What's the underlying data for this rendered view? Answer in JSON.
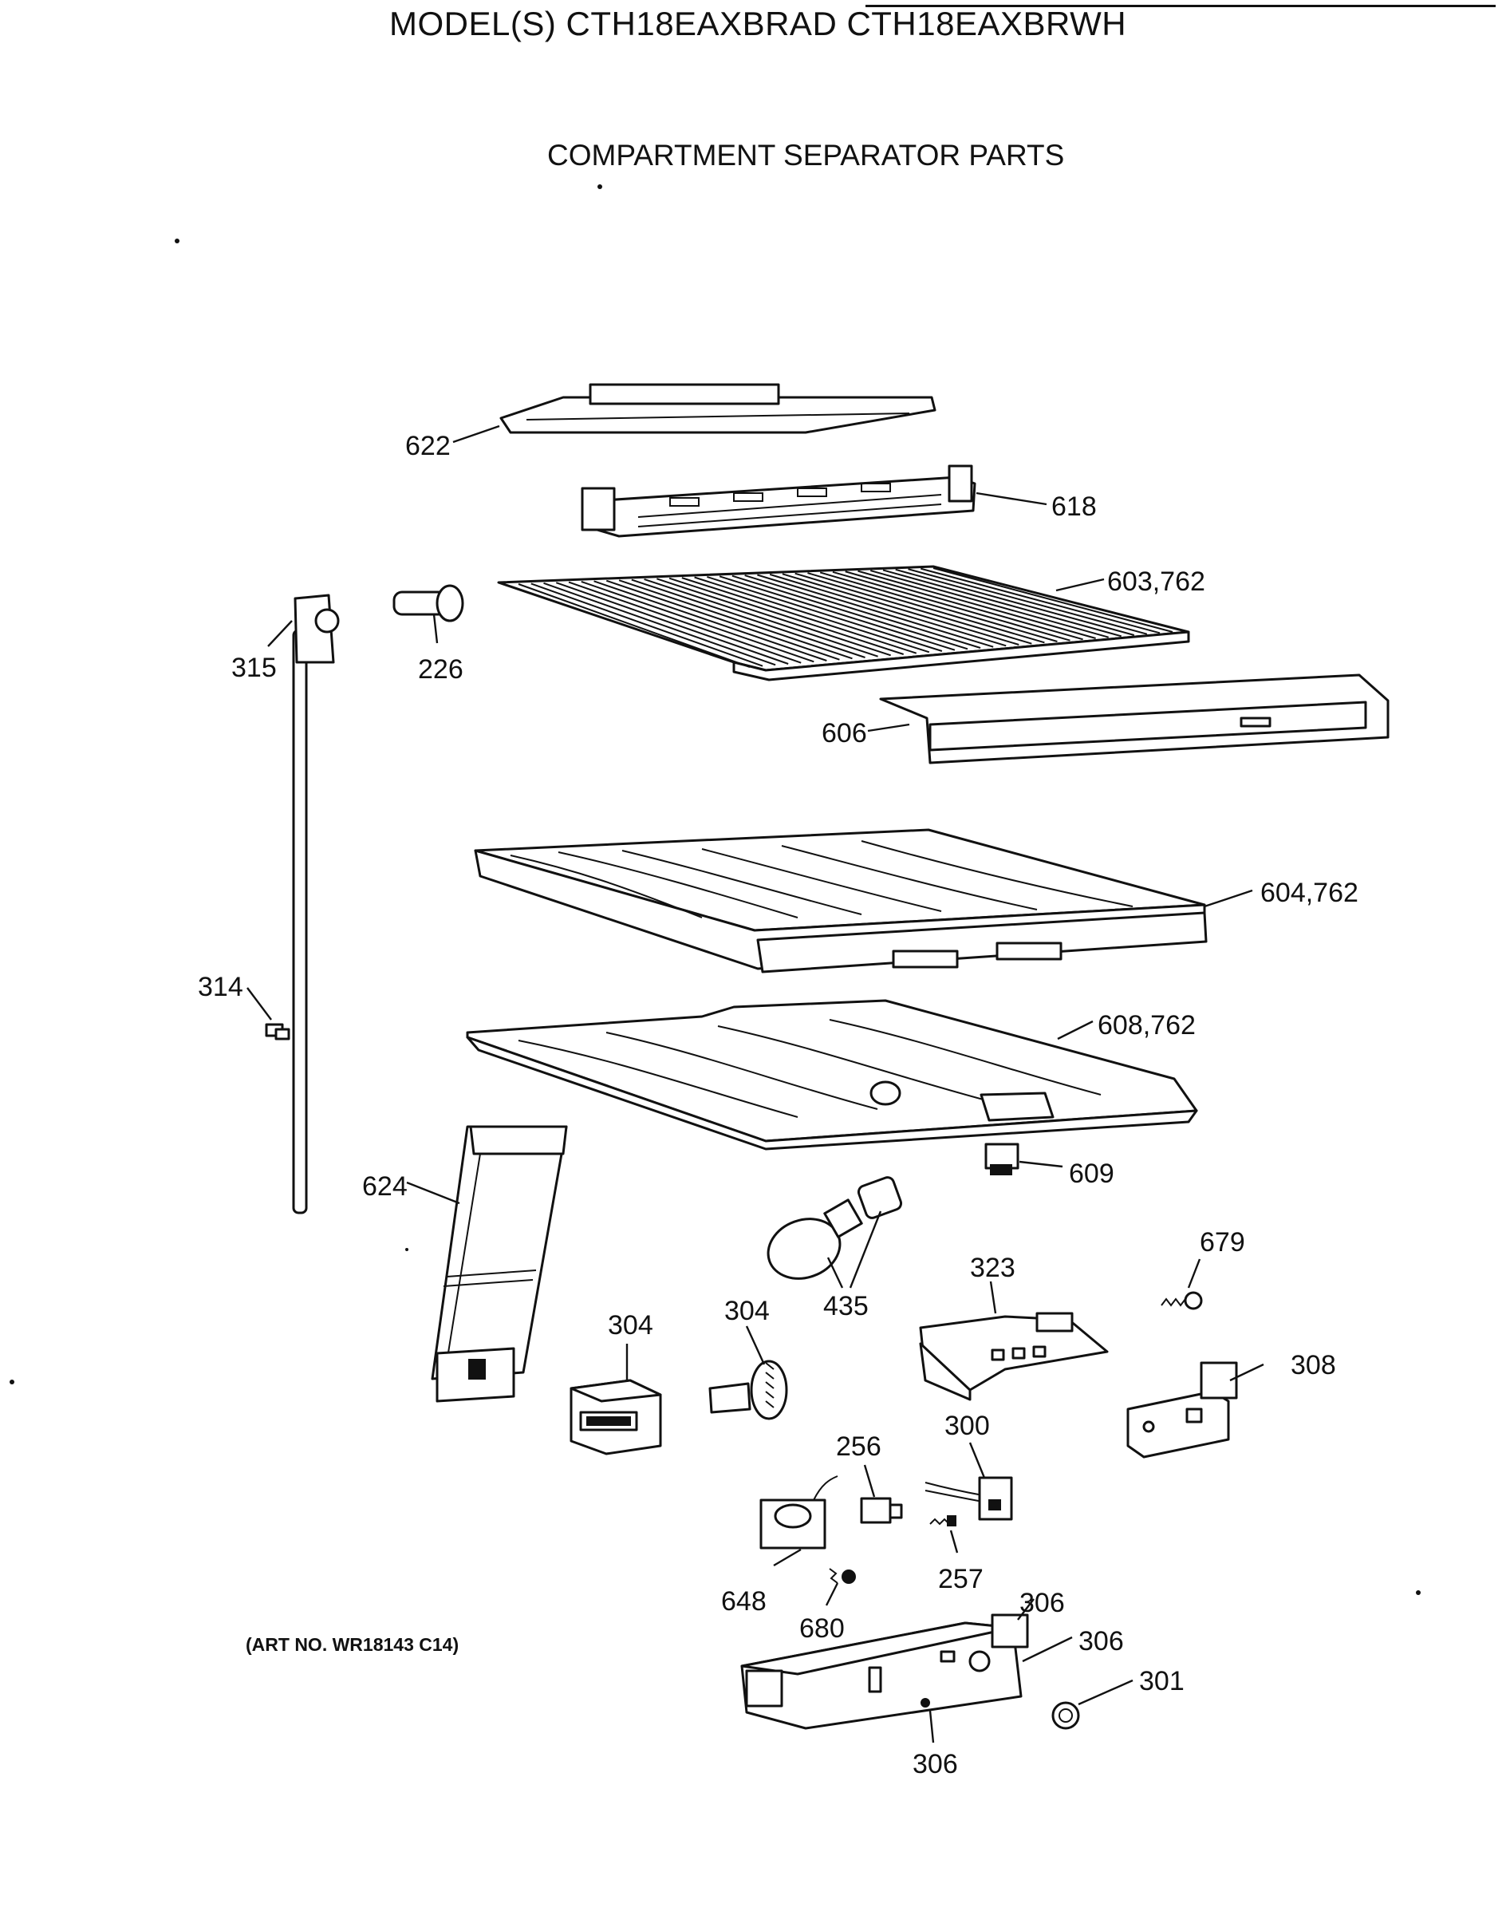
{
  "header": {
    "model_title": "MODEL(S) CTH18EAXBRAD  CTH18EAXBRWH",
    "section_title": "COMPARTMENT SEPARATOR PARTS"
  },
  "footer": {
    "art_number": "(ART NO. WR18143 C14)"
  },
  "callouts": [
    {
      "id": "622",
      "text": "622"
    },
    {
      "id": "618",
      "text": "618"
    },
    {
      "id": "603-762",
      "text": "603,762"
    },
    {
      "id": "315",
      "text": "315"
    },
    {
      "id": "226",
      "text": "226"
    },
    {
      "id": "606",
      "text": "606"
    },
    {
      "id": "604-762",
      "text": "604,762"
    },
    {
      "id": "314",
      "text": "314"
    },
    {
      "id": "608-762",
      "text": "608,762"
    },
    {
      "id": "609",
      "text": "609"
    },
    {
      "id": "624",
      "text": "624"
    },
    {
      "id": "679",
      "text": "679"
    },
    {
      "id": "323",
      "text": "323"
    },
    {
      "id": "435",
      "text": "435"
    },
    {
      "id": "304-a",
      "text": "304"
    },
    {
      "id": "304-b",
      "text": "304"
    },
    {
      "id": "308",
      "text": "308"
    },
    {
      "id": "300",
      "text": "300"
    },
    {
      "id": "256",
      "text": "256"
    },
    {
      "id": "257",
      "text": "257"
    },
    {
      "id": "648",
      "text": "648"
    },
    {
      "id": "680",
      "text": "680"
    },
    {
      "id": "306-a",
      "text": "306"
    },
    {
      "id": "306-b",
      "text": "306"
    },
    {
      "id": "301",
      "text": "301"
    },
    {
      "id": "306-c",
      "text": "306"
    }
  ]
}
